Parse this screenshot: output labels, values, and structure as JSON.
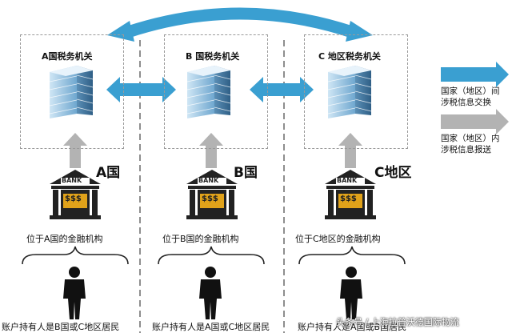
{
  "authorities": [
    {
      "title": "A国税务机关"
    },
    {
      "title": "B 国税务机关"
    },
    {
      "title": "C 地区税务机关"
    }
  ],
  "countries": [
    {
      "label": "A国"
    },
    {
      "label": "B国"
    },
    {
      "label": "C地区"
    }
  ],
  "institutions": [
    {
      "label": "位于A国的金融机构"
    },
    {
      "label": "位于B国的金融机构"
    },
    {
      "label": "位于C地区的金融机构"
    }
  ],
  "holders": [
    {
      "label": "账户持有人是B国或C地区居民"
    },
    {
      "label": "账户持有人是A国或C地区居民"
    },
    {
      "label": "账户持有人是A国或B国居民"
    }
  ],
  "bank": {
    "sign": "BANK",
    "symbol": "$$$"
  },
  "legend": {
    "exchange": {
      "line1": "国家（地区）间",
      "line2": "涉税信息交换",
      "color": "#3a9fd1"
    },
    "domestic": {
      "line1": "国家（地区）内",
      "line2": "涉税信息报送",
      "color": "#b3b3b3"
    }
  },
  "watermark": "头条号 / 上海拉普沃德国际物流"
}
